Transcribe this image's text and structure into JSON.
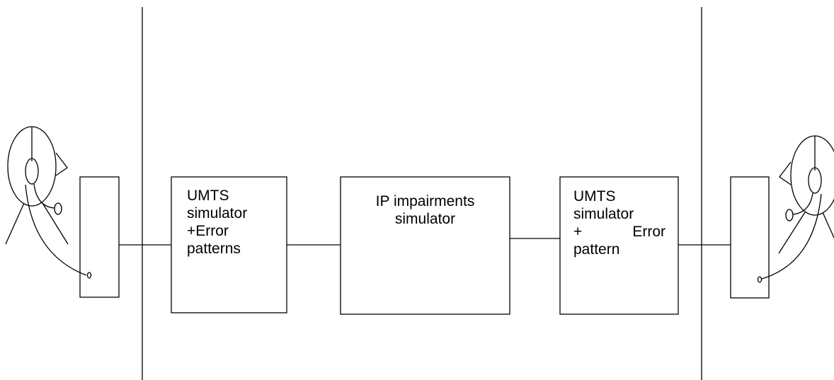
{
  "blocks": {
    "umts_left": {
      "lines": [
        "UMTS",
        "simulator",
        "+Error",
        "patterns"
      ]
    },
    "ip": {
      "lines": [
        "IP impairments",
        "simulator"
      ]
    },
    "umts_right": {
      "line1": "UMTS",
      "line2": "simulator",
      "line3_left": "+",
      "line3_right": "Error",
      "line4": "pattern"
    }
  },
  "icons": {
    "left_person": "person-with-headset-icon",
    "right_person": "person-with-headset-icon",
    "left_terminal": "terminal-box",
    "right_terminal": "terminal-box"
  }
}
